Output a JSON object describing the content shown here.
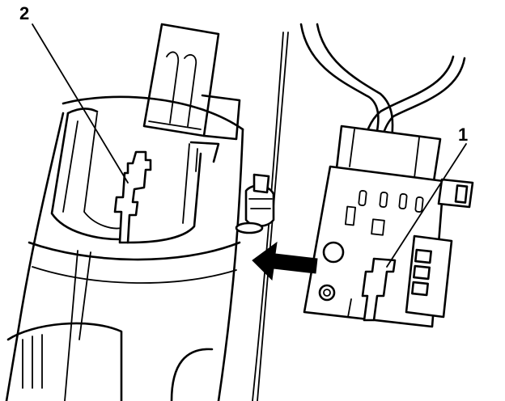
{
  "figure": {
    "callouts": [
      {
        "id": "callout-1",
        "text": "1"
      },
      {
        "id": "callout-2",
        "text": "2"
      }
    ]
  }
}
